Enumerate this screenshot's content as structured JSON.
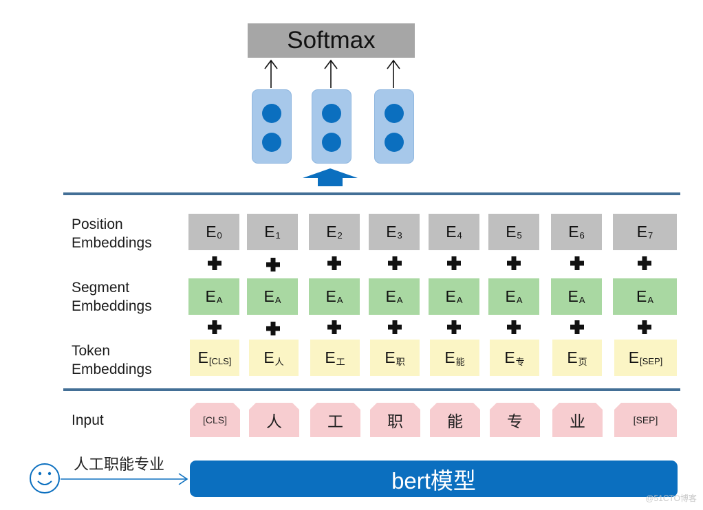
{
  "softmax_label": "Softmax",
  "row_labels": {
    "position": [
      "Position",
      "Embeddings"
    ],
    "segment": [
      "Segment",
      "Embeddings"
    ],
    "token": [
      "Token",
      "Embeddings"
    ],
    "input": "Input"
  },
  "position_embeddings": [
    {
      "base": "E",
      "sub": "0"
    },
    {
      "base": "E",
      "sub": "1"
    },
    {
      "base": "E",
      "sub": "2"
    },
    {
      "base": "E",
      "sub": "3"
    },
    {
      "base": "E",
      "sub": "4"
    },
    {
      "base": "E",
      "sub": "5"
    },
    {
      "base": "E",
      "sub": "6"
    },
    {
      "base": "E",
      "sub": "7"
    }
  ],
  "segment_embeddings": [
    {
      "base": "E",
      "sub": "A"
    },
    {
      "base": "E",
      "sub": "A"
    },
    {
      "base": "E",
      "sub": "A"
    },
    {
      "base": "E",
      "sub": "A"
    },
    {
      "base": "E",
      "sub": "A"
    },
    {
      "base": "E",
      "sub": "A"
    },
    {
      "base": "E",
      "sub": "A"
    },
    {
      "base": "E",
      "sub": "A"
    }
  ],
  "token_embeddings": [
    {
      "base": "E",
      "sub": "[CLS]"
    },
    {
      "base": "E",
      "sub": "人"
    },
    {
      "base": "E",
      "sub": "工"
    },
    {
      "base": "E",
      "sub": "职"
    },
    {
      "base": "E",
      "sub": "能"
    },
    {
      "base": "E",
      "sub": "专"
    },
    {
      "base": "E",
      "sub": "页"
    },
    {
      "base": "E",
      "sub": "[SEP]"
    }
  ],
  "inputs": [
    "[CLS]",
    "人",
    "工",
    "职",
    "能",
    "专",
    "业",
    "[SEP]"
  ],
  "input_sentence": "人工职能专业",
  "model_label": "bert模型",
  "watermark": "@51CTO博客",
  "colors": {
    "softmax": "#a6a6a6",
    "vector": "#a7c8ea",
    "dot": "#0b6fbf",
    "divider": "#436f96",
    "position": "#bfbfbf",
    "segment": "#a9d8a2",
    "token": "#fbf5c5",
    "input": "#f7cdd0",
    "model": "#0b6fbf"
  }
}
